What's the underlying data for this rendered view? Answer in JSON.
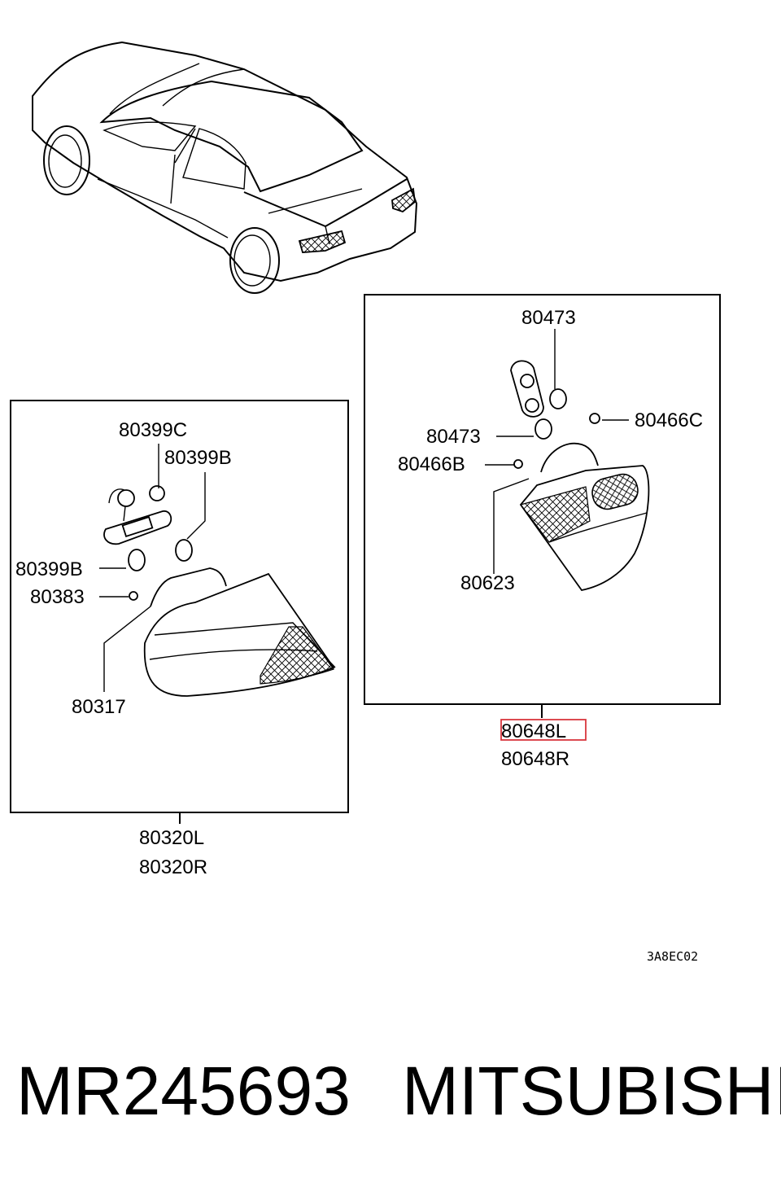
{
  "diagram_code": "3A8EC02",
  "highlight_color": "#d9363e",
  "left_group": {
    "callouts": [
      "80399C",
      "80399B",
      "80399B",
      "80383",
      "80317"
    ],
    "assembly": [
      "80320L",
      "80320R"
    ]
  },
  "right_group": {
    "callouts": [
      "80473",
      "80466C",
      "80473",
      "80466B",
      "80623"
    ],
    "assembly": [
      "80648L",
      "80648R"
    ],
    "highlighted": "80648L"
  },
  "footer": {
    "part_number": "MR245693",
    "brand": "MITSUBISHI"
  }
}
